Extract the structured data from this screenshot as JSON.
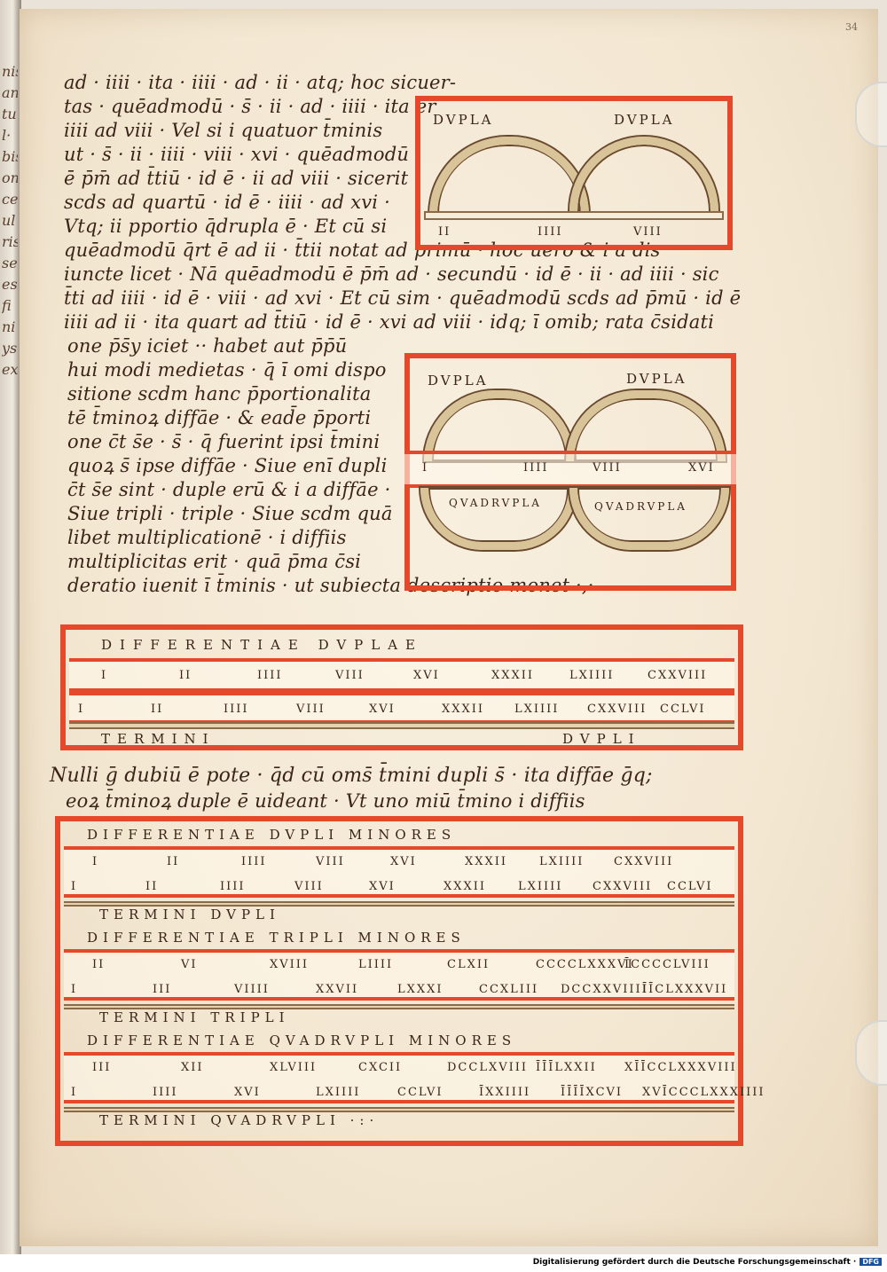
{
  "folio": "34",
  "neighbor_page": [
    "nis",
    "ang",
    "tu",
    "l·",
    "bis",
    "ont",
    "cetis",
    "ul",
    "ris",
    "se",
    "esti",
    "fi",
    "ni",
    "ysi",
    "ex"
  ],
  "text_top": [
    "ad · iiii · ita · iiii · ad · ii · atq; hoc sicuer-",
    "tas · quēadmodū · s̄ · ii · ad · iiii · ita er",
    "iiii ad viii · Vel si i quatuor t̄minis",
    "ut · s̄ · ii · iiii · viii · xvi · quēadmodū",
    "ē p̄m̄ ad t̄tiū · id ē · ii ad viii · sicerit",
    "scds ad quartū · id ē · iiii · ad xvi ·",
    "Vtq; ii pportio q̄drupla ē · Et cū si",
    "quēadmodū q̄rt ē ad ii · t̄tii notat ad primū · hoc uero & i a dis",
    "iuncte licet · Nā quēadmodū ē p̄m̄ ad · secundū · id ē · ii · ad iiii · sic",
    "t̄ti ad iiii · id ē · viii · ad xvi · Et cū sim · quēadmodū scds ad p̄mū · id ē",
    "iiii ad ii · ita quart ad t̄tiū · id ē · xvi ad viii · idq; ī omib; rata c̄sidati",
    "one p̄s̄y iciet ·· habet aut p̄p̄ū",
    "hui modi medietas · q̄ ī omi dispo",
    "sitione scdm hanc p̄portionalita",
    "tē t̄minoꝝ diffāe · & ead̄e p̄porti",
    "one c̄t s̄e · s̄ · q̄ fuerint ipsi t̄mini",
    "quoꝝ s̄ ipse diffāe · Siue enī dupli",
    "c̄t s̄e sint · duple erū & i a diffāe ·",
    "Siue tripli · triple · Siue scdm quā",
    "libet multiplicationē · i diffiis",
    "multiplicitas erit · quā p̄ma c̄si",
    "deratio iuenit ī t̄minis · ut subiecta descriptio monet ·,·"
  ],
  "figure1": {
    "left_label": "DVPLA",
    "right_label": "DVPLA",
    "numbers": [
      "II",
      "IIII",
      "VIII"
    ]
  },
  "figure2": {
    "top_left": "DVPLA",
    "top_right": "DVPLA",
    "numbers": [
      "I",
      "IIII",
      "VIII",
      "XVI"
    ],
    "bottom_left": "QVADRVPLA",
    "bottom_right": "QVADRVPLA"
  },
  "table1": {
    "header": "DIFFERENTIAE DVPLAE",
    "row1": [
      "I",
      "II",
      "IIII",
      "VIII",
      "XVI",
      "XXXII",
      "LXIIII",
      "CXXVIII"
    ],
    "row2": [
      "I",
      "II",
      "IIII",
      "VIII",
      "XVI",
      "XXXII",
      "LXIIII",
      "CXXVIII",
      "CCLVI"
    ],
    "footer_left": "TERMINI",
    "footer_right": "DVPLI"
  },
  "text_mid": [
    "Nulli ḡ dubiū ē pote · q̄d cū oms̄ t̄mini dupli s̄ · ita diffāe ḡq;",
    "eoꝝ t̄minoꝝ duple ē uideant · Vt uno miū t̄mino i diffiis"
  ],
  "table2": {
    "sections": [
      {
        "header": "DIFFERENTIAE DVPLI MINORES",
        "row1": [
          "I",
          "II",
          "IIII",
          "VIII",
          "XVI",
          "XXXII",
          "LXIIII",
          "CXXVIII"
        ],
        "row2": [
          "I",
          "II",
          "IIII",
          "VIII",
          "XVI",
          "XXXII",
          "LXIIII",
          "CXXVIII",
          "CCLVI"
        ],
        "footer": "TERMINI DVPLI"
      },
      {
        "header": "DIFFERENTIAE TRIPLI MINORES",
        "row1": [
          "II",
          "VI",
          "XVIII",
          "LIIII",
          "CLXII",
          "CCCCLXXXVI",
          "ĪCCCCLVIII"
        ],
        "row2": [
          "I",
          "III",
          "VIIII",
          "XXVII",
          "LXXXI",
          "CCXLIII",
          "DCCXXVIIII",
          "ĪĪCLXXXVII"
        ],
        "footer": "TERMINI TRIPLI"
      },
      {
        "header": "DIFFERENTIAE QVADRVPLI MINORES",
        "row1": [
          "III",
          "XII",
          "XLVIII",
          "CXCII",
          "DCCLXVIII",
          "ĪĪĪLXXII",
          "XĪĪCCLXXXVIII"
        ],
        "row2": [
          "I",
          "IIII",
          "XVI",
          "LXIIII",
          "CCLVI",
          "ĪXXIIII",
          "ĪĪĪĪXCVI",
          "XVĪCCCLXXXIIII"
        ],
        "footer": "TERMINI QVADRVPLI ·:·"
      }
    ]
  },
  "credit": "Digitalisierung gefördert durch die Deutsche Forschungsgemeinschaft ·",
  "dfg_logo": "DFG",
  "colors": {
    "rubric": "#e5492b",
    "ink": "#3a2418",
    "parchment": "#f3e7d2",
    "arch": "#d9c49a"
  }
}
